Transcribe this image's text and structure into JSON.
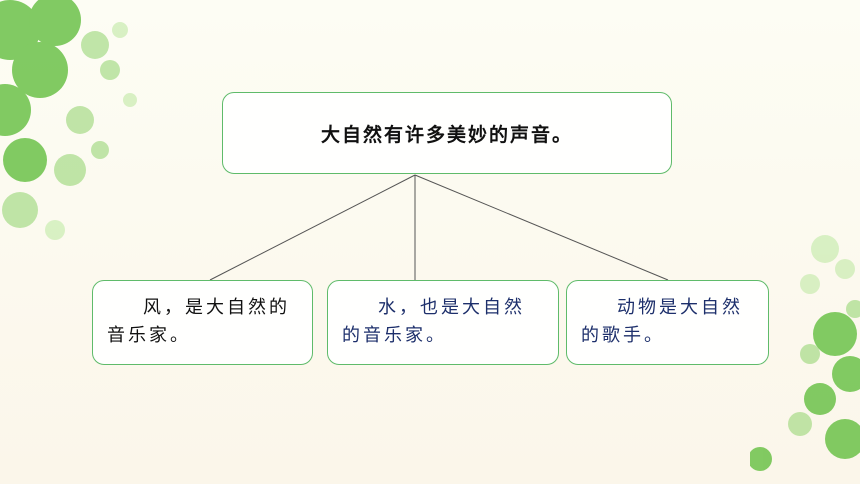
{
  "diagram": {
    "root": "大自然有许多美妙的声音。",
    "children": [
      "风，是大自然的音乐家。",
      "水，也是大自然的音乐家。",
      "动物是大自然的歌手。"
    ]
  },
  "colors": {
    "border": "#5fbb6a",
    "connector": "#555555",
    "leaf_text_dark": "#111111",
    "leaf_text_blue": "#1d2f6b",
    "clover_green": "#6cc24a"
  },
  "decorations": [
    "clover-leaf-icon"
  ]
}
